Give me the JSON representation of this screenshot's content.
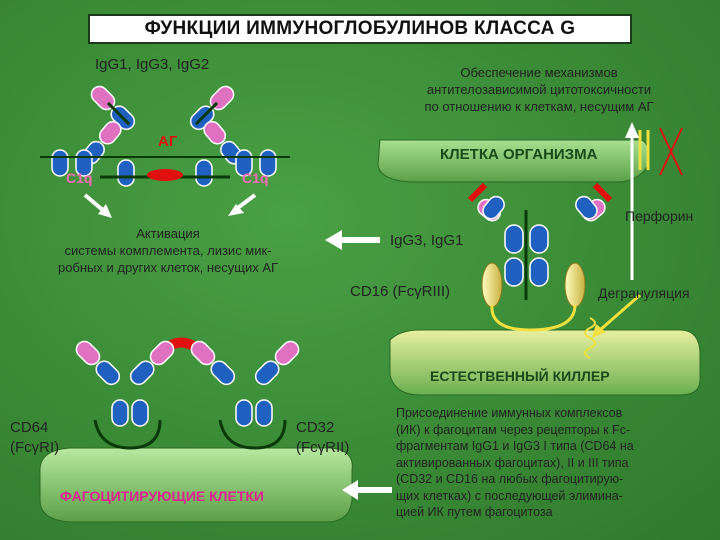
{
  "title": "ФУНКЦИИ ИММУНОГЛОБУЛИНОВ КЛАССА G",
  "igg_top_left": "IgG1, IgG3, IgG2",
  "adcc_text": [
    "Обеспечение механизмов",
    "антителозависимой цитотоксичности",
    "по отношению к клеткам, несущим АГ"
  ],
  "ag_label": "АГ",
  "c1q_left": "C1q",
  "c1q_right": "C1q",
  "complement_text": [
    "Активация",
    "системы комплемента, лизис мик-",
    "робных и других клеток, несущих АГ"
  ],
  "organism_cell": "КЛЕТКА ОРГАНИЗМА",
  "perforin": "Перфорин",
  "igg_middle": "IgG3, IgG1",
  "cd16": "CD16 (FcγRIII)",
  "degranulation": "Дегрануляция",
  "nk_cell": "ЕСТЕСТВЕННЫЙ КИЛЛЕР",
  "cd64": [
    "CD64",
    "(FcγRI)"
  ],
  "cd32": [
    "CD32",
    "(FcγRII)"
  ],
  "phagocytes": "ФАГОЦИТИРУЮЩИЕ КЛЕТКИ",
  "ic_text": [
    "Присоединение  иммунных комплексов",
    "(ИК) к фагоцитам через рецепторы к Fc-",
    "фрагментам IgG1 и IgG3  I типа (CD64 на",
    "активированных фагоцитах), II и III типа",
    "(CD32  и CD16  на любых фагоцитирую-",
    "щих клетках)  с последующей  элимина-",
    "цией ИК путем  фагоцитоза"
  ],
  "colors": {
    "background": "#3f8f3a",
    "antibody_heavy": "#2060c0",
    "antibody_light": "#e070c0",
    "antigen": "#e01010",
    "cell": "#7cc06a",
    "arrow": "#ffffff",
    "arrow_yellow": "#f0e040"
  }
}
